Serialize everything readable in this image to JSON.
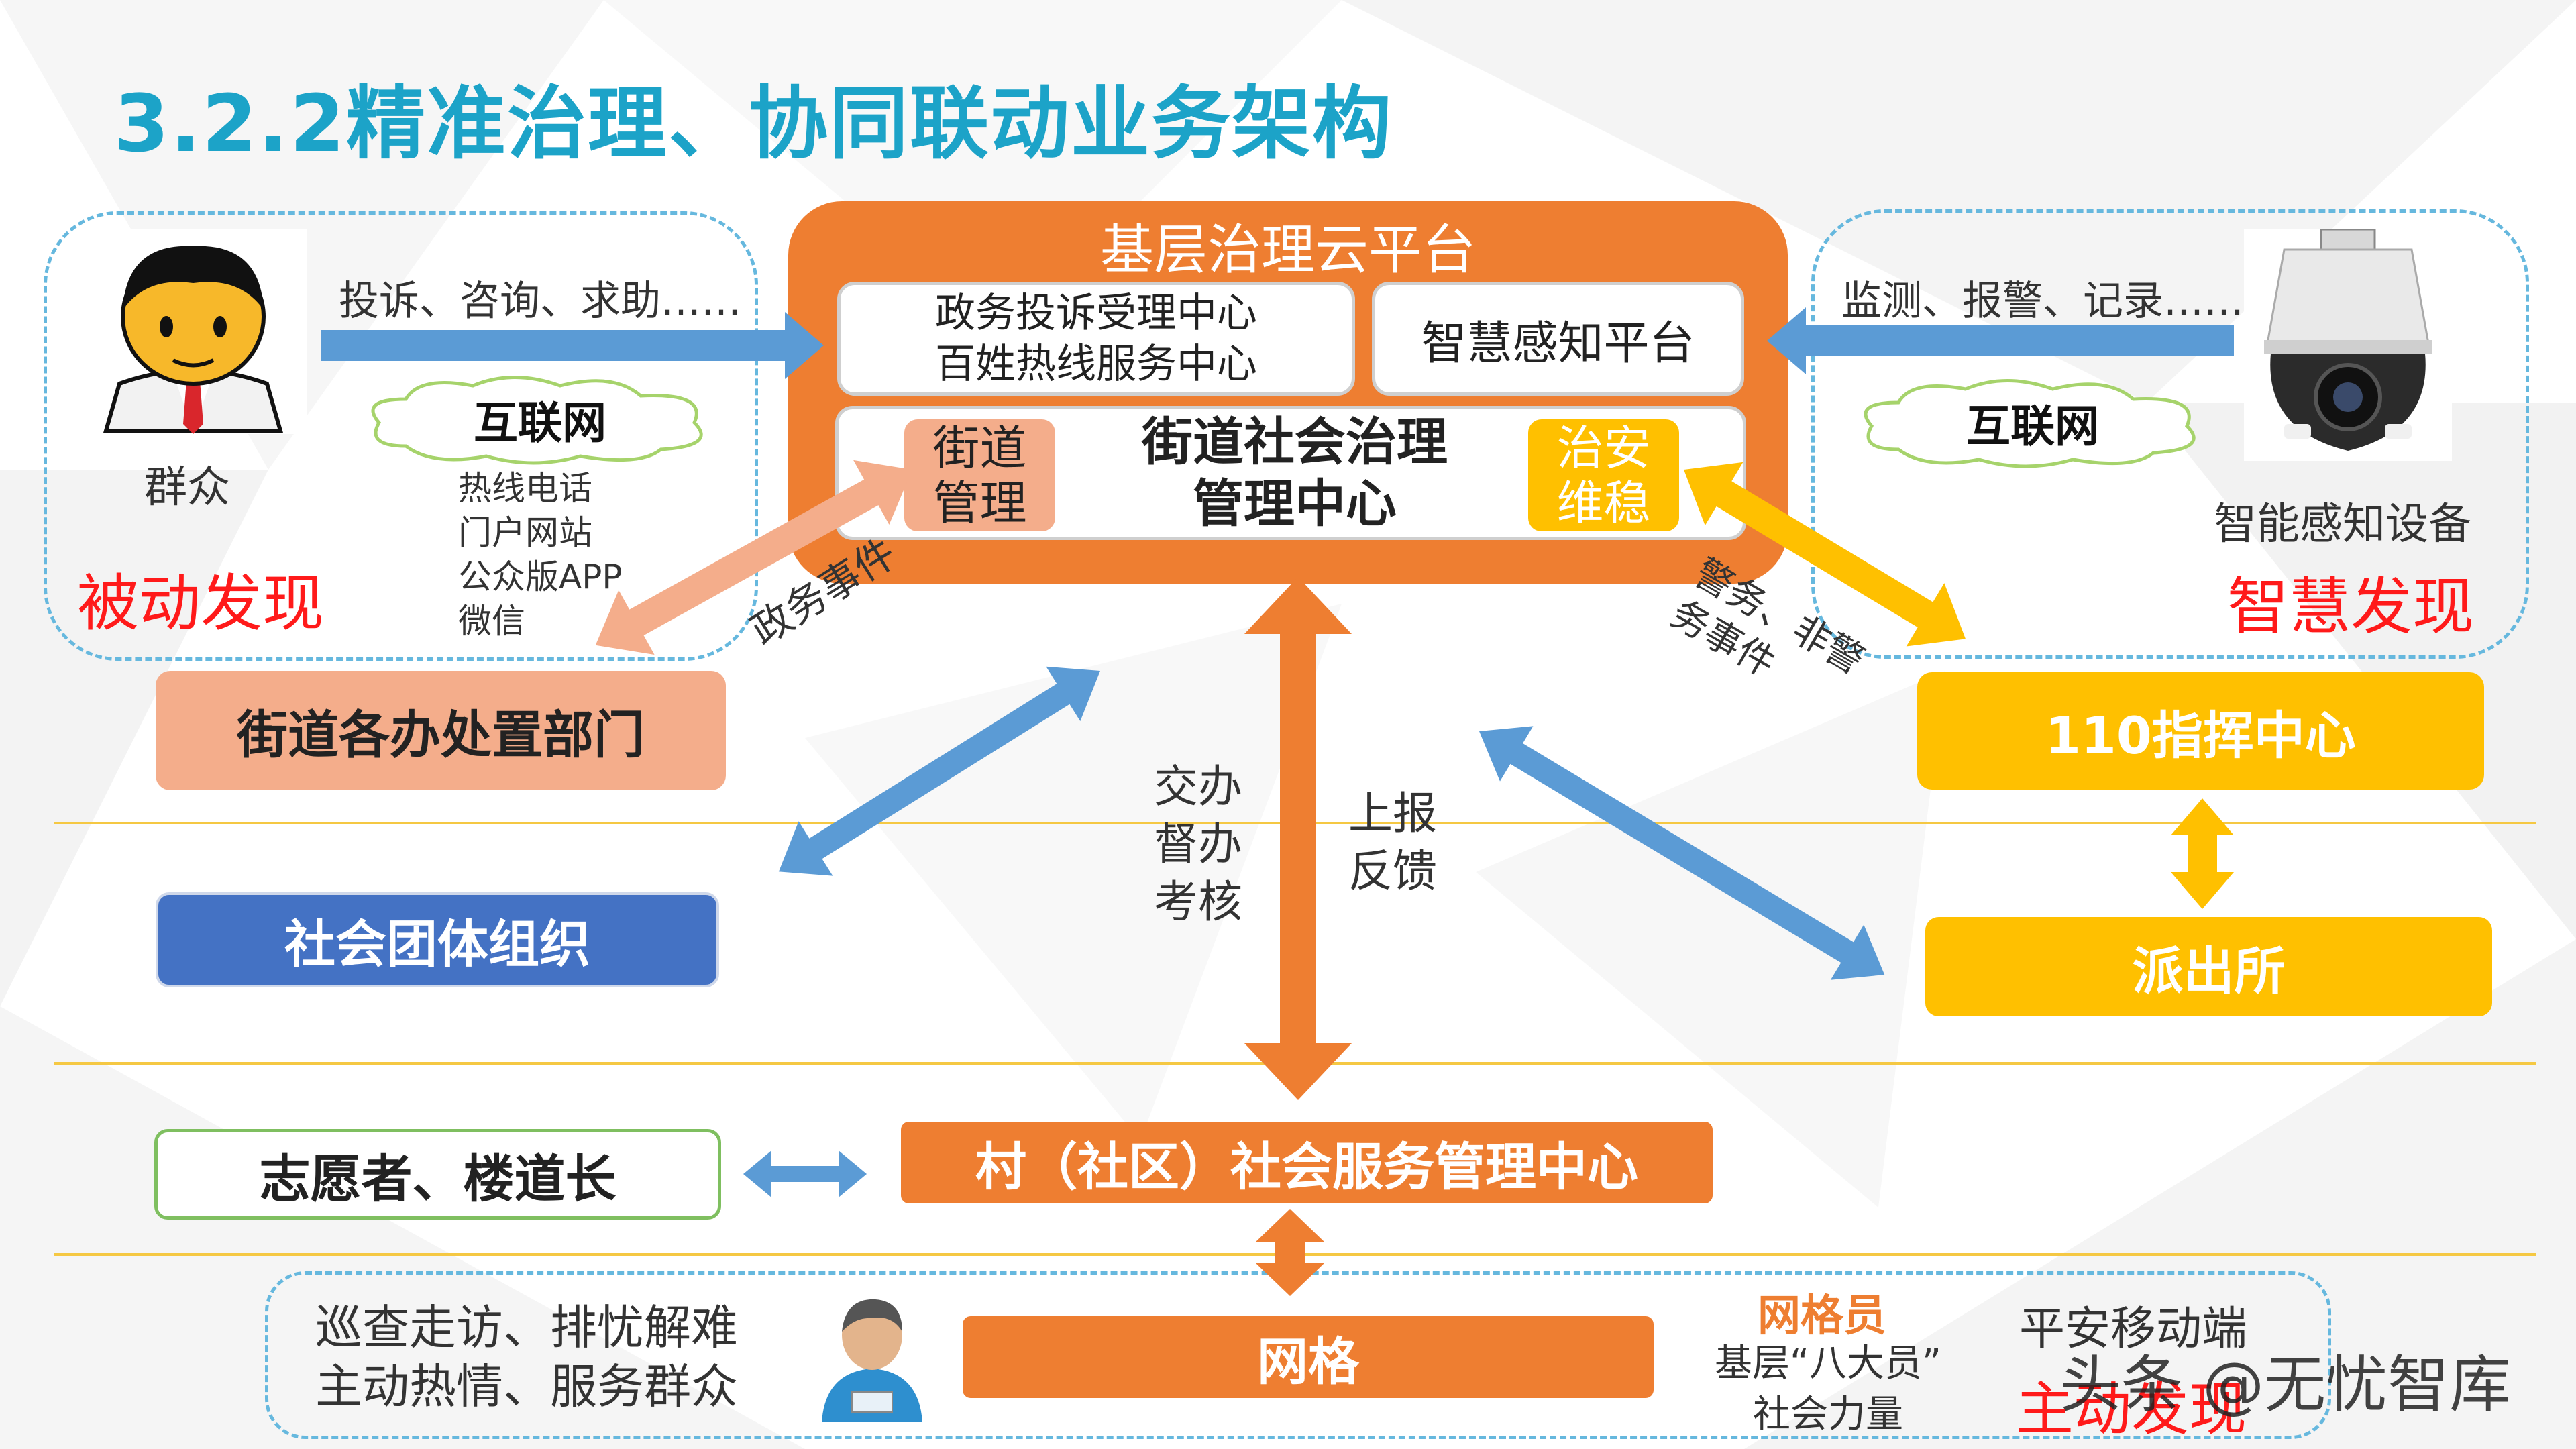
{
  "title": "3.2.2精准治理、协同联动业务架构",
  "left_zone": {
    "person_label": "群众",
    "arrow_label": "投诉、咨询、求助……",
    "cloud_label": "互联网",
    "channels": [
      "热线电话",
      "门户网站",
      "公众版APP",
      "微信"
    ],
    "discovery": "被动发现"
  },
  "right_zone": {
    "device_label": "智能感知设备",
    "arrow_label": "监测、报警、记录……",
    "cloud_label": "互联网",
    "discovery": "智慧发现"
  },
  "platform": {
    "title": "基层治理云平台",
    "complaint_center": [
      "政务投诉受理中心",
      "百姓热线服务中心"
    ],
    "sensing_platform": "智慧感知平台",
    "street_mgmt": [
      "街道",
      "管理"
    ],
    "governance_center": [
      "街道社会治理",
      "管理中心"
    ],
    "security": [
      "治安",
      "维稳"
    ]
  },
  "nodes": {
    "street_depts": "街道各办处置部门",
    "social_groups": "社会团体组织",
    "command_110": "110指挥中心",
    "police_station": "派出所",
    "volunteers": "志愿者、楼道长",
    "village_center": "村（社区）社会服务管理中心",
    "grid": "网格"
  },
  "edge_labels": {
    "gov_events": "政务事件",
    "police_events": [
      "警务、非警",
      "务事件"
    ],
    "assign": [
      "交办",
      "督办",
      "考核"
    ],
    "report": [
      "上报",
      "反馈"
    ]
  },
  "bottom_zone": {
    "duties": [
      "巡查走访、排忧解难",
      "主动热情、服务群众"
    ],
    "grid_member": "网格员",
    "grid_member_lines": [
      "基层“八大员”",
      "社会力量"
    ],
    "mobile": "平安移动端",
    "discovery": "主动发现"
  },
  "watermark": "头条 @无忧智库",
  "colors": {
    "title": "#1ca3c8",
    "orange": "#ee7e31",
    "yellow": "#ffc000",
    "blue_node": "#4472c4",
    "salmon": "#f4ad8b",
    "arrow_blue": "#5b9bd5",
    "red_text": "#ff1a1a"
  },
  "icons": {
    "person": "citizen-avatar-icon",
    "camera": "dome-camera-icon",
    "grid_worker": "grid-worker-icon"
  }
}
